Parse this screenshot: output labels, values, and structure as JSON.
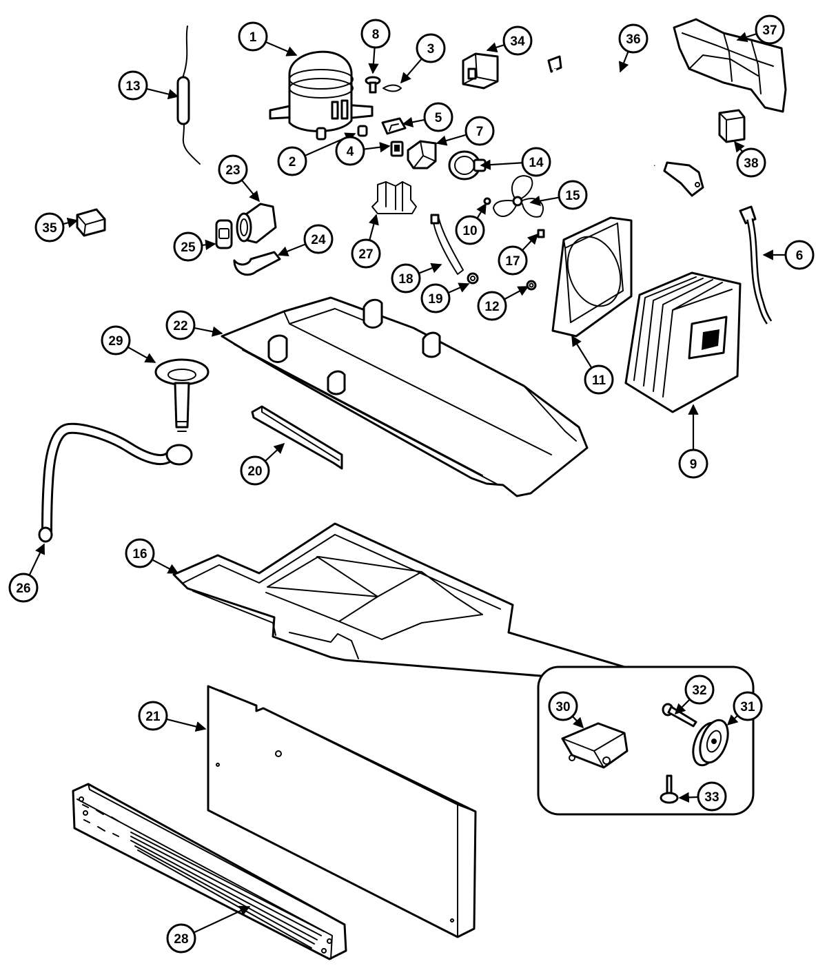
{
  "diagram": {
    "callout_numbers": [
      "1",
      "2",
      "3",
      "4",
      "5",
      "6",
      "7",
      "8",
      "9",
      "10",
      "11",
      "12",
      "13",
      "14",
      "15",
      "16",
      "17",
      "18",
      "19",
      "20",
      "21",
      "22",
      "23",
      "24",
      "25",
      "26",
      "27",
      "28",
      "29",
      "30",
      "31",
      "32",
      "33",
      "34",
      "35",
      "36",
      "37",
      "38"
    ],
    "line_color": "#000000",
    "background": "#ffffff"
  }
}
